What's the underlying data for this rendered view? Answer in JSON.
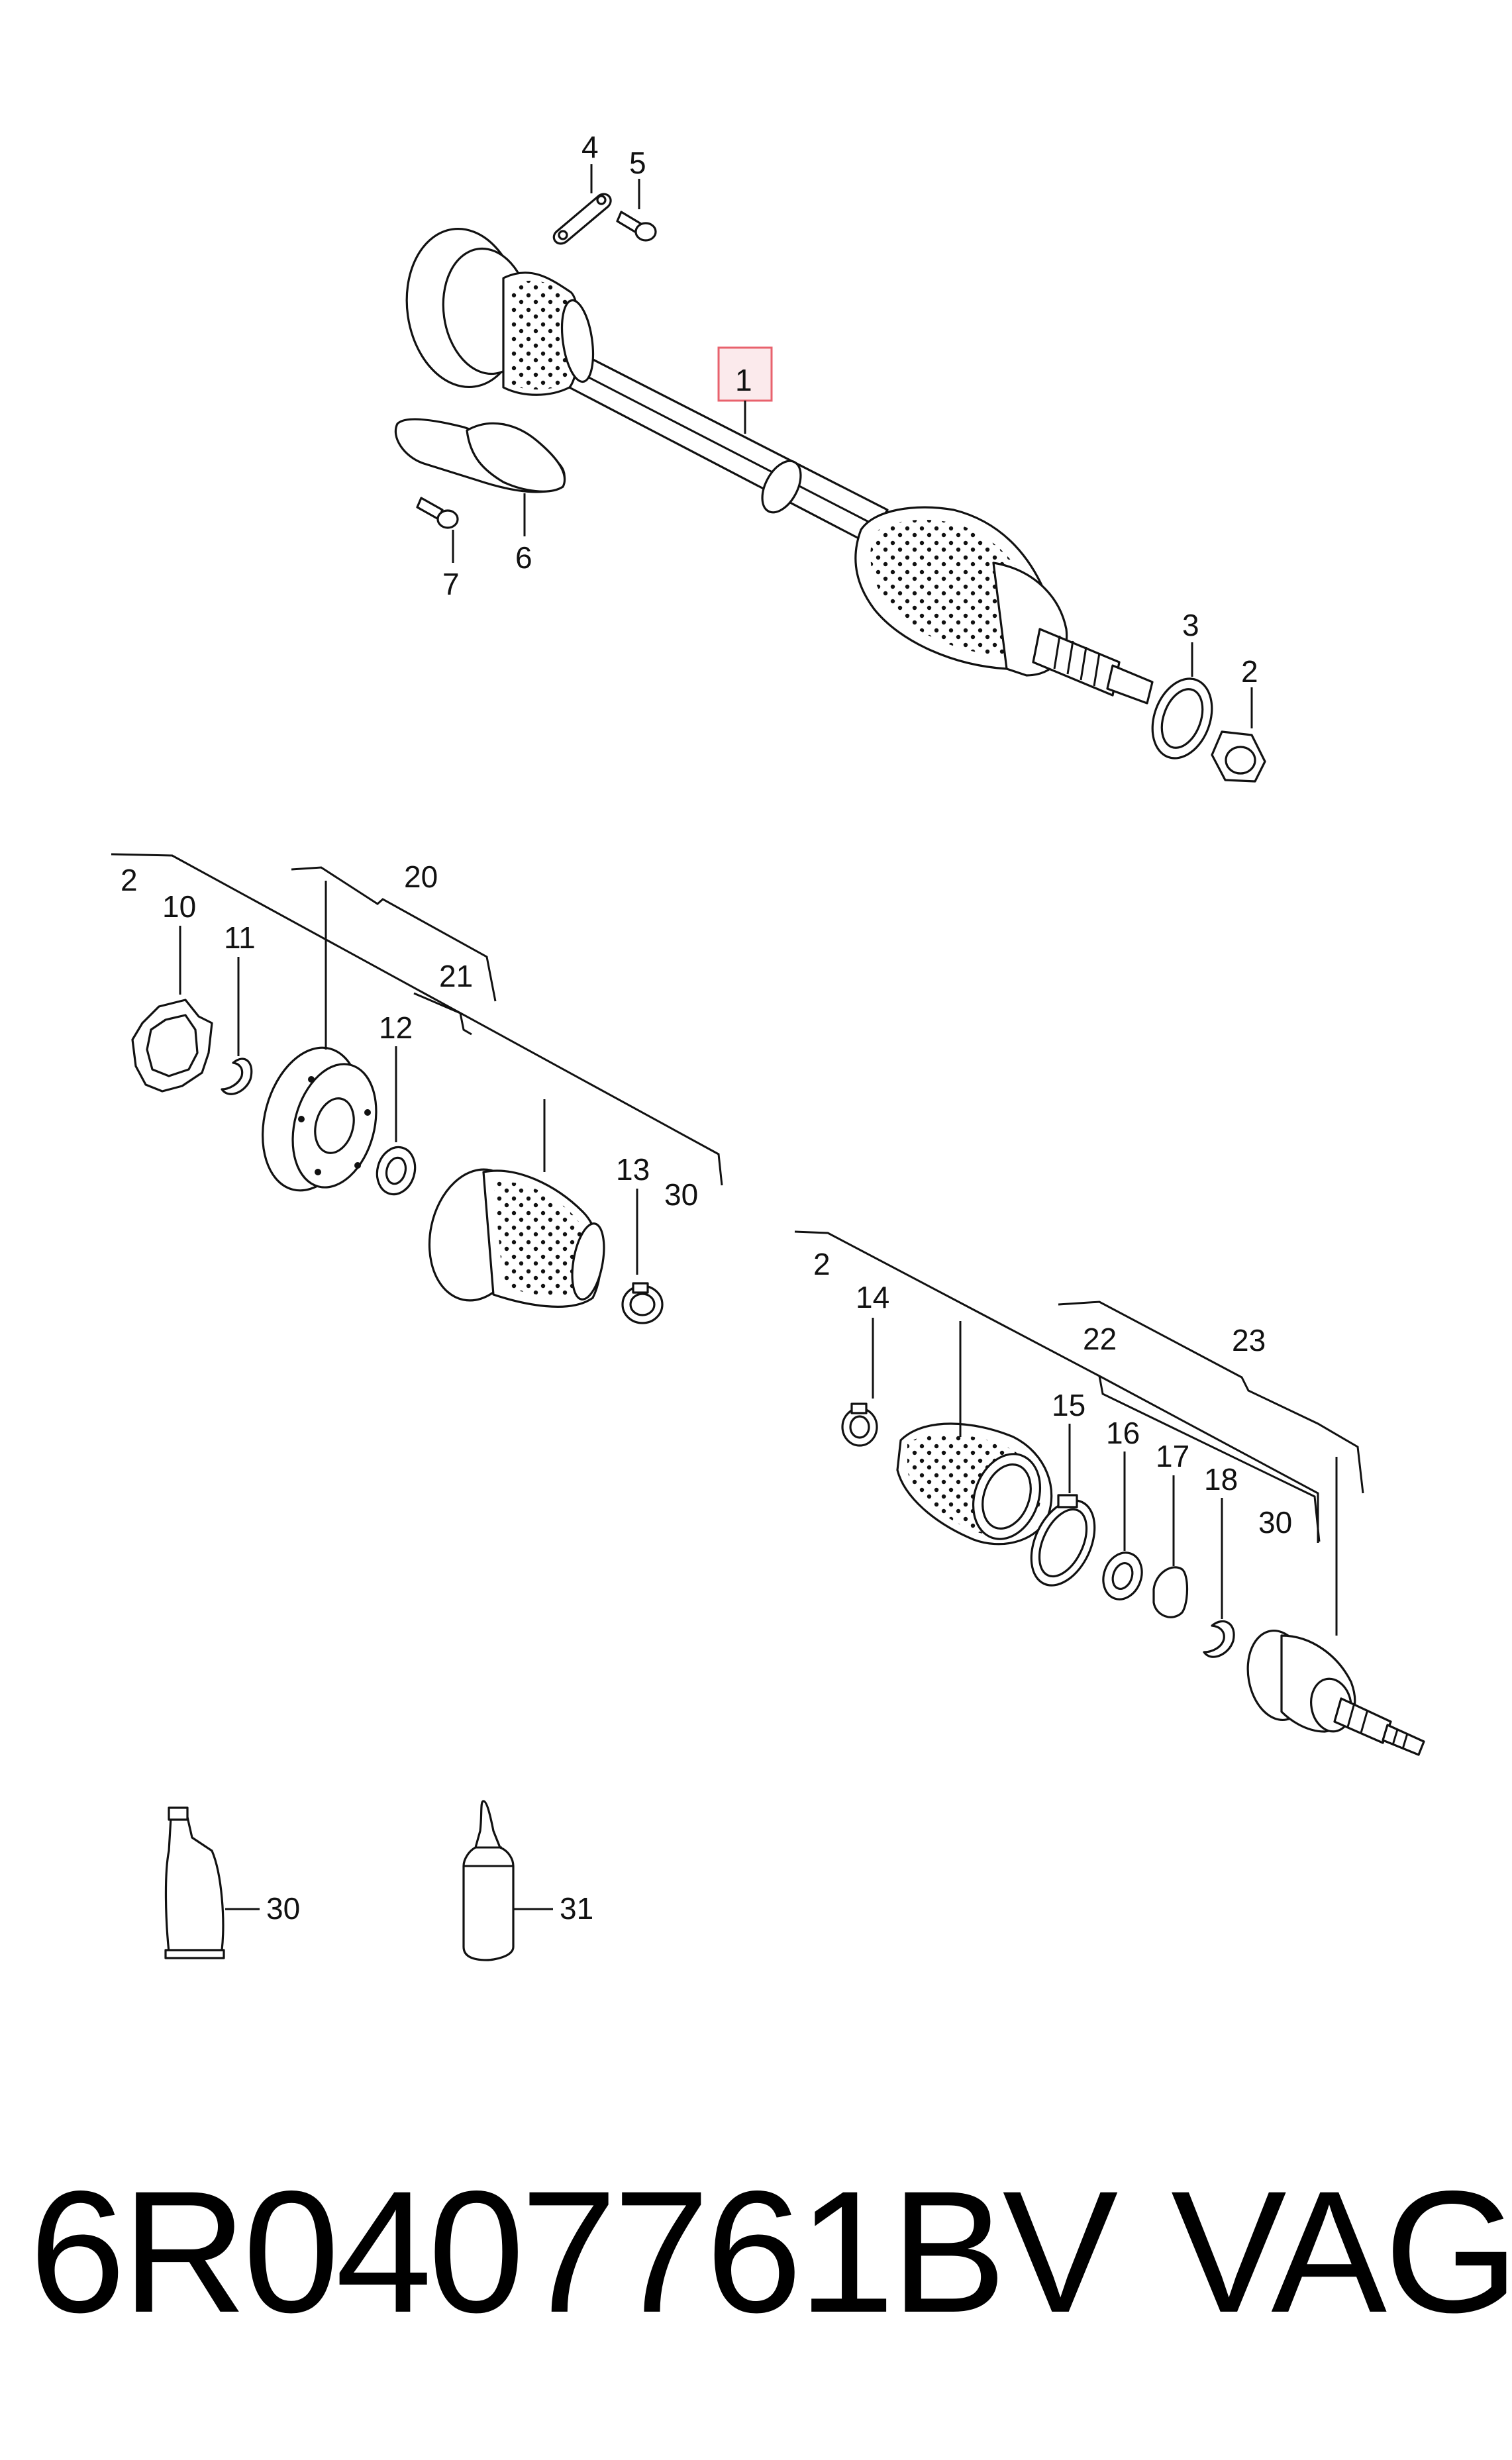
{
  "diagram": {
    "callouts": [
      "1",
      "2",
      "3",
      "4",
      "5",
      "6",
      "7",
      "10",
      "11",
      "12",
      "13",
      "14",
      "15",
      "16",
      "17",
      "18",
      "20",
      "21",
      "22",
      "23",
      "30",
      "31"
    ],
    "highlight_color": "#e8626d",
    "part_number": "6R0407761BV",
    "brand": "VAG"
  }
}
